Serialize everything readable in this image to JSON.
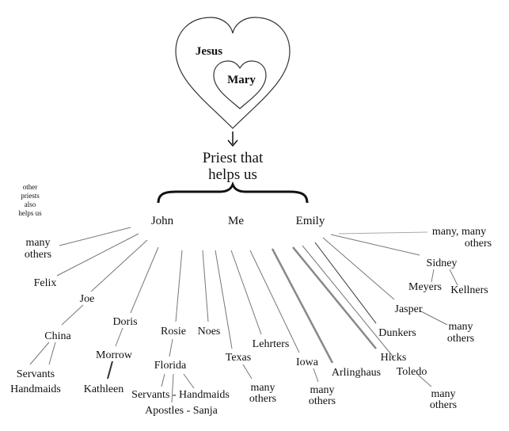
{
  "hearts": {
    "outer": "Jesus",
    "inner": "Mary"
  },
  "priest": {
    "line1": "Priest that",
    "line2": "helps us"
  },
  "side_note": [
    "other",
    "priests",
    "also",
    "helps us"
  ],
  "top_row": {
    "left": "John",
    "center": "Me",
    "right": "Emily"
  },
  "names": {
    "many_others_left": [
      "many",
      "others"
    ],
    "felix": "Felix",
    "joe": "Joe",
    "china": "China",
    "servants": "Servants",
    "handmaids": "Handmaids",
    "doris": "Doris",
    "morrow": "Morrow",
    "kathleen": "Kathleen",
    "rosie": "Rosie",
    "noes": "Noes",
    "florida": "Florida",
    "servants_handmaids": "Servants - Handmaids",
    "apostles_sanja": "Apostles - Sanja",
    "texas": "Texas",
    "texas_many": [
      "many",
      "others"
    ],
    "lehrters": "Lehrters",
    "iowa": "Iowa",
    "iowa_many": [
      "many",
      "others"
    ],
    "arlinghaus": "Arlinghaus",
    "hicks": "Hicks",
    "toledo": "Toledo",
    "toledo_many": [
      "many",
      "others"
    ],
    "dunkers": "Dunkers",
    "jasper": "Jasper",
    "jasper_many": [
      "many",
      "others"
    ],
    "sidney": "Sidney",
    "meyers": "Meyers",
    "kellners": "Kellners",
    "many_many_others": [
      "many, many",
      "others"
    ]
  }
}
